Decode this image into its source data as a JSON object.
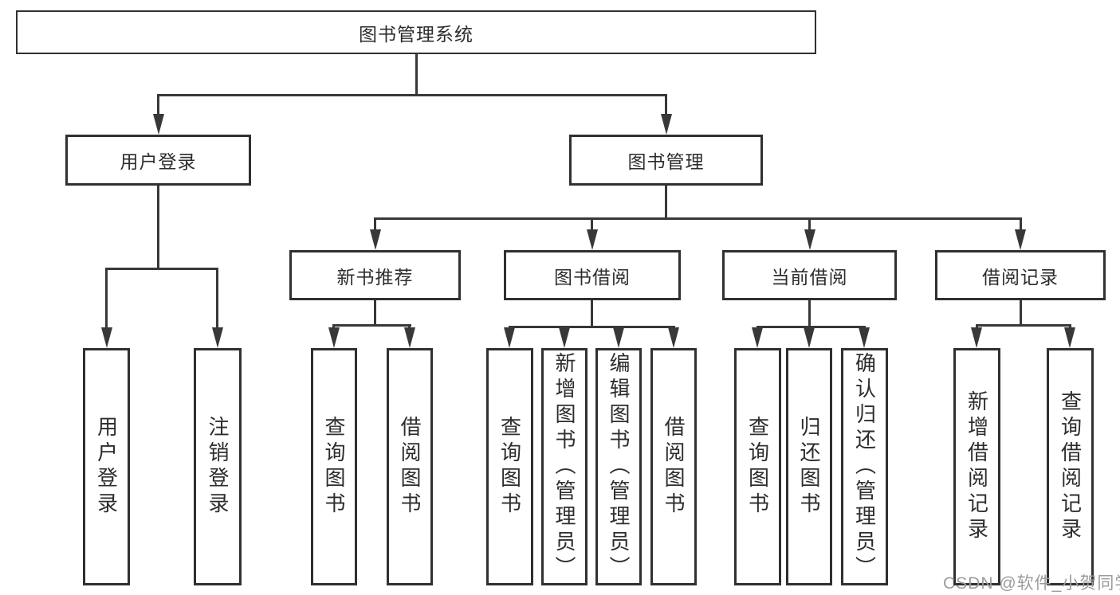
{
  "diagram_type": "functional-structure-tree",
  "watermark": "CSDN @软件_小贺同学",
  "colors": {
    "background": "#ffffff",
    "box_border": "#303030",
    "connector_line": "#383838",
    "text": "#2d2d2d",
    "watermark_text": "#9c9c9c"
  },
  "tree": {
    "label": "图书管理系统",
    "children": [
      {
        "label": "用户登录",
        "children": [
          {
            "label": "用户登录"
          },
          {
            "label": "注销登录"
          }
        ]
      },
      {
        "label": "图书管理",
        "children": [
          {
            "label": "新书推荐",
            "children": [
              {
                "label": "查询图书"
              },
              {
                "label": "借阅图书"
              }
            ]
          },
          {
            "label": "图书借阅",
            "children": [
              {
                "label": "查询图书"
              },
              {
                "label": "新增图书（管理员）"
              },
              {
                "label": "编辑图书（管理员）"
              },
              {
                "label": "借阅图书"
              }
            ]
          },
          {
            "label": "当前借阅",
            "children": [
              {
                "label": "查询图书"
              },
              {
                "label": "归还图书"
              },
              {
                "label": "确认归还（管理员）"
              }
            ]
          },
          {
            "label": "借阅记录",
            "children": [
              {
                "label": "新增借阅记录"
              },
              {
                "label": "查询借阅记录"
              }
            ]
          }
        ]
      }
    ]
  }
}
